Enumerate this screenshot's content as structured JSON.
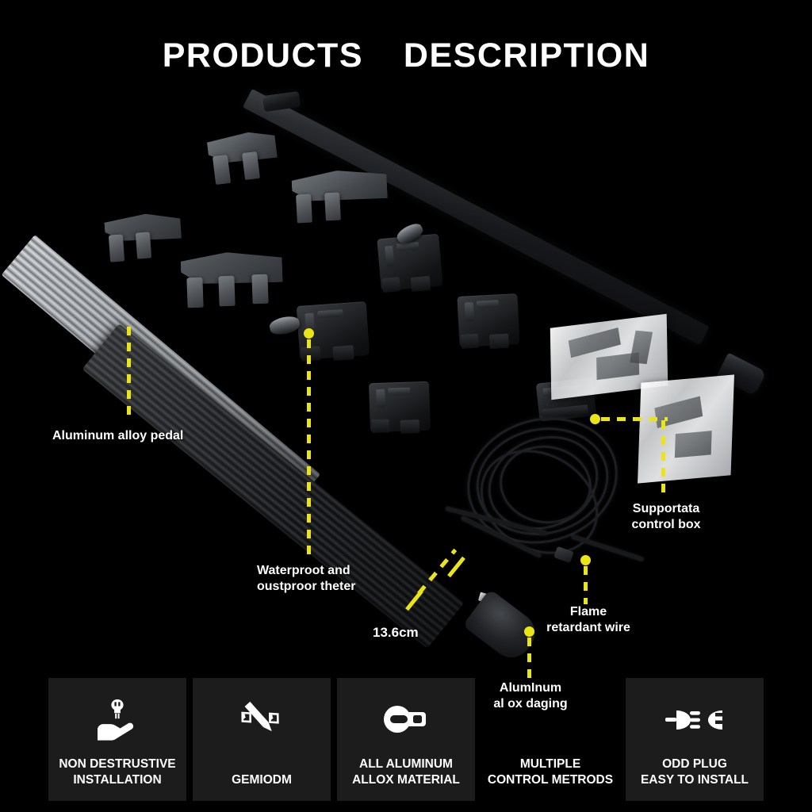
{
  "header": {
    "title": "PRODUCTS  DESCRIPTION"
  },
  "theme": {
    "background": "#000000",
    "accent": "#ece515",
    "text": "#ffffff",
    "card_background": "#1c1c1c",
    "metal_light": "#d8dcdf",
    "metal_dark": "#2a2c30"
  },
  "callouts": [
    {
      "id": "aluminum-alloy-pedal",
      "label": "Aluminum alloy pedal",
      "target": "aluminum ridged running board"
    },
    {
      "id": "waterproof-motor",
      "label": "Waterproot and\noustproor theter",
      "target": "black motor actuator"
    },
    {
      "id": "support-control-box",
      "label": "Supportata\ncontrol box",
      "target": "control box module"
    },
    {
      "id": "flame-retardant-wire",
      "label": "Flame\nretardant wire",
      "target": "wiring harness"
    },
    {
      "id": "aluminum-oxidation-coating",
      "label": "AlumInum\nal ox daging",
      "target": "pedal end cap"
    }
  ],
  "dimension": {
    "value": "13.6cm",
    "describes": "running board width"
  },
  "features": [
    {
      "id": "non-destructive-installation",
      "label": "NON DESTRUSTIVE\nINSTALLATION",
      "icon": "hand-wrench-icon",
      "has_card": true
    },
    {
      "id": "gemiodm",
      "label": "GEMIODM",
      "icon": "pencil-ruler-icon",
      "has_card": true
    },
    {
      "id": "all-aluminum-alloy-material",
      "label": "ALL ALUMINUM\nALLOX MATERIAL",
      "icon": "aluminum-ingot-icon",
      "has_card": true
    },
    {
      "id": "multiple-control-methods",
      "label": "MULTIPLE\nCONTROL METRODS",
      "icon": "none",
      "has_card": false
    },
    {
      "id": "odd-plug-easy-to-install",
      "label": "ODD PLUG\nEASY TO INSTALL",
      "icon": "plug-socket-icon",
      "has_card": true
    }
  ]
}
